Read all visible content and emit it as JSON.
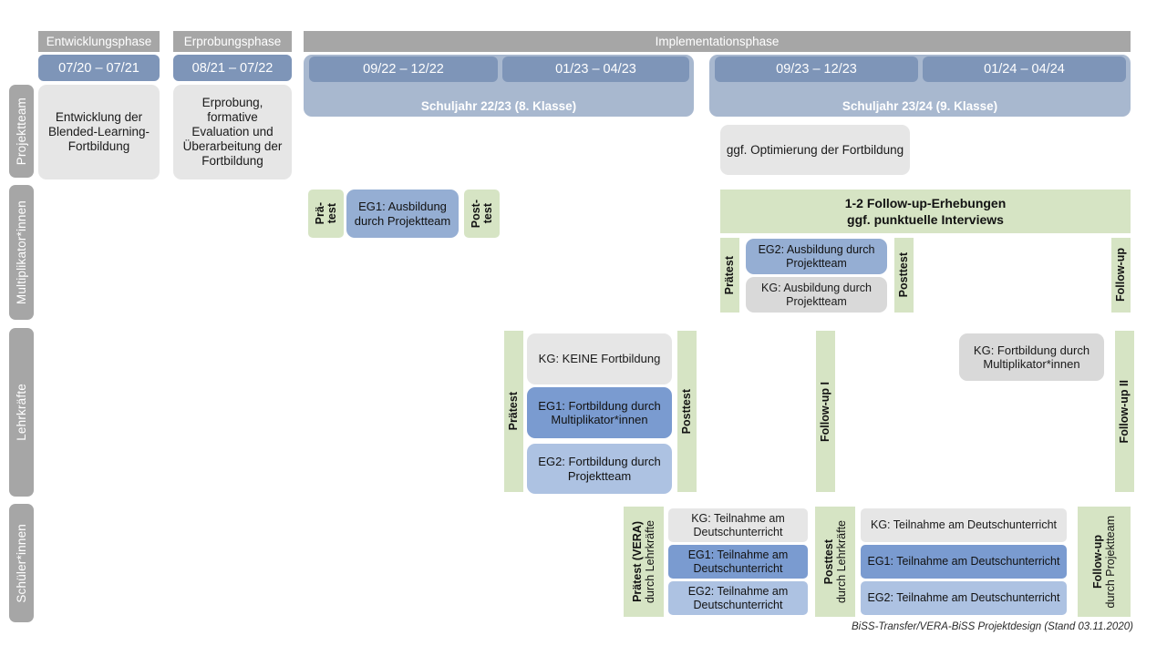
{
  "header": {
    "phases": [
      {
        "label": "Entwicklungsphase"
      },
      {
        "label": "Erprobungsphase"
      },
      {
        "label": "Implementationsphase"
      }
    ],
    "dates": [
      {
        "label": "07/20 – 07/21"
      },
      {
        "label": "08/21 – 07/22"
      },
      {
        "label": "09/22 – 12/22"
      },
      {
        "label": "01/23 – 04/23"
      },
      {
        "label": "09/23 – 12/23"
      },
      {
        "label": "01/24 – 04/24"
      }
    ],
    "schuljahre": [
      {
        "label": "Schuljahr 22/23 (8. Klasse)"
      },
      {
        "label": "Schuljahr 23/24 (9. Klasse)"
      }
    ]
  },
  "rows": {
    "projektteam": "Projektteam",
    "multiplikatoren": "Multiplikator*innen",
    "lehrkraefte": "Lehrkräfte",
    "schueler": "Schüler*innen"
  },
  "projektteam": {
    "entwicklung": "Entwicklung der Blended-Learning-Fortbildung",
    "erprobung": "Erprobung, formative Evaluation und Überarbeitung der Fortbildung",
    "optimierung": "ggf. Optimierung der Fortbildung"
  },
  "multiplikatoren": {
    "praetest_1a": "Prä-",
    "praetest_1b": "test",
    "eg1": "EG1: Ausbildung durch Projektteam",
    "posttest_1a": "Post-",
    "posttest_1b": "test",
    "followup_banner": "1-2 Follow-up-Erhebungen\nggf. punktuelle Interviews",
    "praetest_2": "Prätest",
    "eg2": "EG2: Ausbildung durch Projektteam",
    "kg": "KG: Ausbildung durch Projektteam",
    "posttest_2": "Posttest",
    "followup": "Follow-up"
  },
  "lehrkraefte": {
    "praetest": "Prätest",
    "kg": "KG:  KEINE Fortbildung",
    "eg1": "EG1: Fortbildung durch Multiplikator*innen",
    "eg2": "EG2: Fortbildung durch Projektteam",
    "posttest": "Posttest",
    "followup1": "Follow-up I",
    "kg2": "KG: Fortbildung durch Multiplikator*innen",
    "followup2": "Follow-up II"
  },
  "schueler": {
    "praetest_main": "Prätest (VERA)",
    "praetest_sub": "durch Lehrkräfte",
    "kg1": "KG: Teilnahme am Deutschunterricht",
    "eg1_1": "EG1: Teilnahme am Deutschunterricht",
    "eg2_1": "EG2: Teilnahme am Deutschunterricht",
    "posttest_main": "Posttest",
    "posttest_sub": "durch Lehrkräfte",
    "kg2": "KG: Teilnahme am Deutschunterricht",
    "eg1_2": "EG1: Teilnahme am Deutschunterricht",
    "eg2_2": "EG2: Teilnahme am Deutschunterricht",
    "followup_main": "Follow-up",
    "followup_sub": "durch Projektteam"
  },
  "footer": {
    "text": "BiSS-Transfer/VERA-BiSS Projektdesign (Stand 03.11.2020)"
  },
  "colors": {
    "grey_band": "#a6a6a6",
    "date_blue": "#7e95b8",
    "schuljahr_blue": "#a8b8cf",
    "green": "#d6e4c4",
    "blue_mid": "#95aed3",
    "blue_dark": "#7a9bd0",
    "blue_light": "#adc2e2",
    "grey_box": "#e6e6e6",
    "grey_box_dark": "#d9d9d9"
  }
}
